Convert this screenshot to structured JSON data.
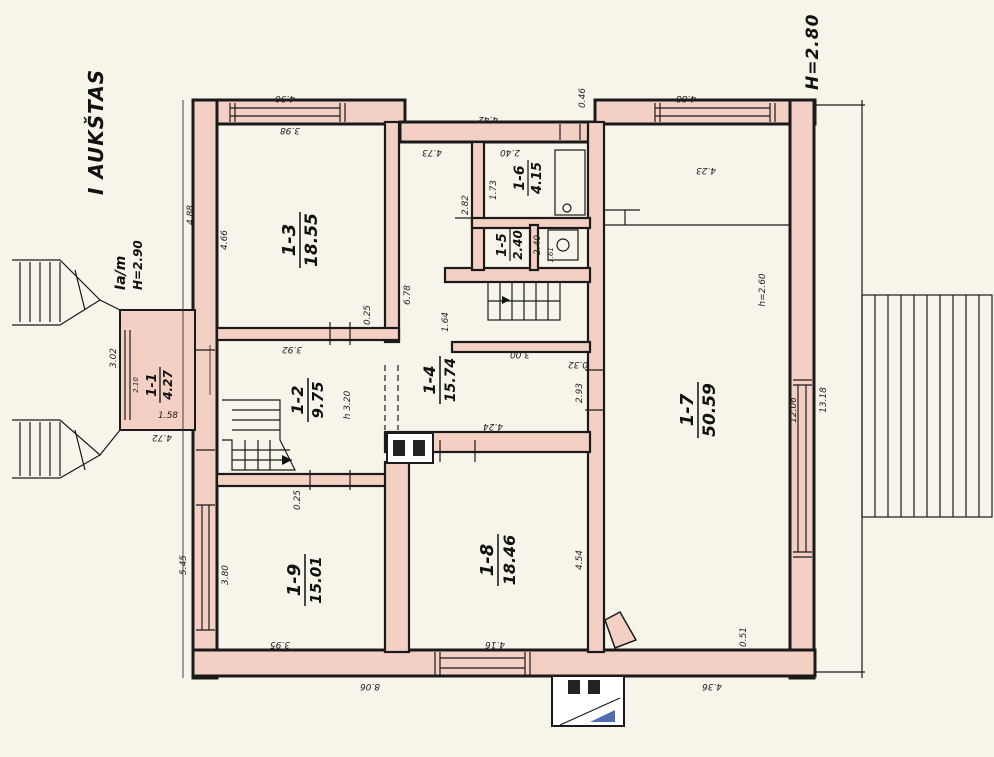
{
  "floor_title": "I AUKŠTAS",
  "height_label": "H=2.80",
  "entrance_label": "Ia/m",
  "entrance_height": "H=2.90",
  "rooms": [
    {
      "id": "1-1",
      "area": "4.27"
    },
    {
      "id": "1-2",
      "area": "9.75"
    },
    {
      "id": "1-3",
      "area": "18.55"
    },
    {
      "id": "1-4",
      "area": "15.74"
    },
    {
      "id": "1-5",
      "area": "2.40"
    },
    {
      "id": "1-6",
      "area": "4.15"
    },
    {
      "id": "1-7",
      "area": "50.59"
    },
    {
      "id": "1-8",
      "area": "18.46"
    },
    {
      "id": "1-9",
      "area": "15.01"
    }
  ],
  "dimensions": {
    "d_4_90": "4.90",
    "d_3_98": "3.98",
    "d_4_42": "4.42",
    "d_0_46": "0.46",
    "d_4_88": "4.88",
    "d_4_88b": "4.88",
    "d_4_66": "4.66",
    "d_4_73": "4.73",
    "d_2_40": "2.40",
    "d_1_73": "1.73",
    "d_2_82": "2.82",
    "d_2_40b": "2.40",
    "d_1_61": "1.61",
    "d_4_23": "4.23",
    "d_h_2_60": "h=2.60",
    "d_6_78": "6.78",
    "d_0_25a": "0.25",
    "d_1_64": "1.64",
    "d_3_92": "3.92",
    "d_3_02": "3.02",
    "d_2_10": "2.10",
    "d_1_58": "1.58",
    "d_4_72": "4.72",
    "d_3_00": "3.00",
    "d_0_32": "0.32",
    "d_2_93": "2.93",
    "d_h_3_20": "h 3.20",
    "d_4_24": "4.24",
    "d_12_06": "12.06",
    "d_13_18": "13.18",
    "d_0_25b": "0.25",
    "d_5_45": "5.45",
    "d_3_80": "3.80",
    "d_4_54": "4.54",
    "d_3_95": "3.95",
    "d_4_16": "4.16",
    "d_0_51": "0.51",
    "d_8_06": "8.06",
    "d_4_36": "4.36"
  }
}
